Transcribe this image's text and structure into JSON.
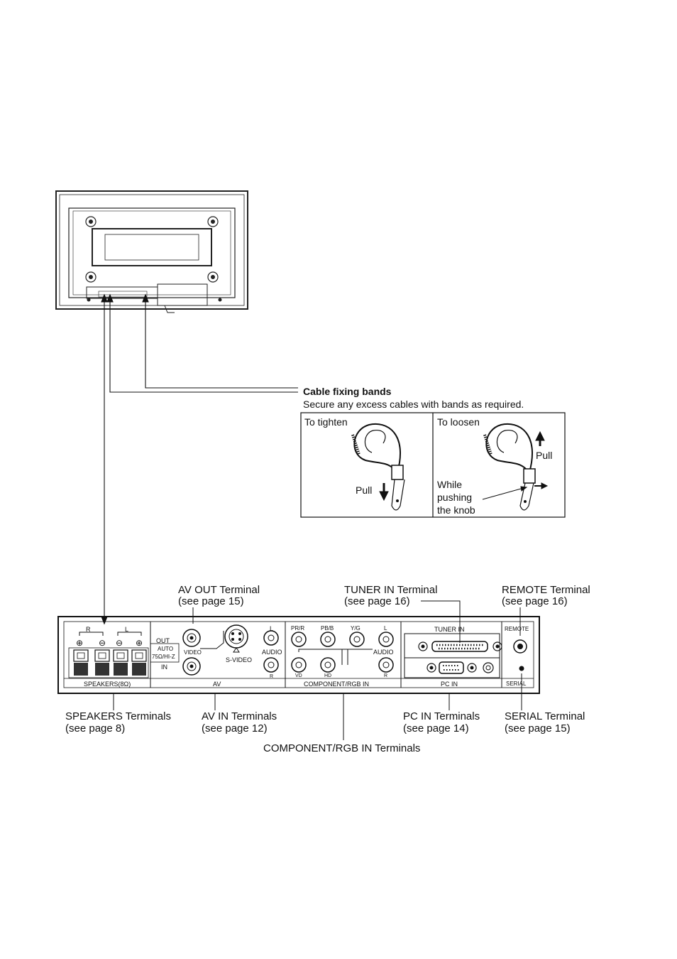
{
  "cable_bands": {
    "title": "Cable fixing bands",
    "description": "Secure any excess cables with bands as required.",
    "tighten": {
      "label": "To tighten",
      "pull": "Pull"
    },
    "loosen": {
      "label": "To loosen",
      "pull": "Pull",
      "while_1": "While",
      "while_2": "pushing",
      "while_3": "the knob"
    }
  },
  "callouts": {
    "av_out": {
      "name": "AV OUT Terminal",
      "ref": "(see page 15)"
    },
    "tuner_in": {
      "name": "TUNER IN Terminal",
      "ref": "(see page 16)"
    },
    "remote": {
      "name": "REMOTE Terminal",
      "ref": "(see page 16)"
    },
    "speakers": {
      "name": "SPEAKERS Terminals",
      "ref": "(see page 8)"
    },
    "av_in": {
      "name": "AV IN Terminals",
      "ref": "(see page 12)"
    },
    "pc_in": {
      "name": "PC IN Terminals",
      "ref": "(see page 14)"
    },
    "serial": {
      "name": "SERIAL Terminal",
      "ref": "(see page 15)"
    },
    "component": {
      "name": "COMPONENT/RGB IN Terminals"
    }
  },
  "panel": {
    "speakers": "SPEAKERS(8Ω)",
    "speaker_r": "R",
    "speaker_l": "L",
    "plus": "⊕",
    "minus": "⊖",
    "out": "OUT",
    "in": "IN",
    "auto": "AUTO",
    "impedance": "75Ω/HI-Z",
    "video": "VIDEO",
    "s_video": "S-VIDEO",
    "av": "AV",
    "audio": "AUDIO",
    "l": "L",
    "r": "R",
    "pr": "PR/R",
    "pb": "PB/B",
    "yg": "Y/G",
    "vd": "VD",
    "hd": "HD",
    "component": "COMPONENT/RGB IN",
    "tuner_in": "TUNER IN",
    "pc_in": "PC IN",
    "remote": "REMOTE",
    "serial": "SERIAL"
  }
}
